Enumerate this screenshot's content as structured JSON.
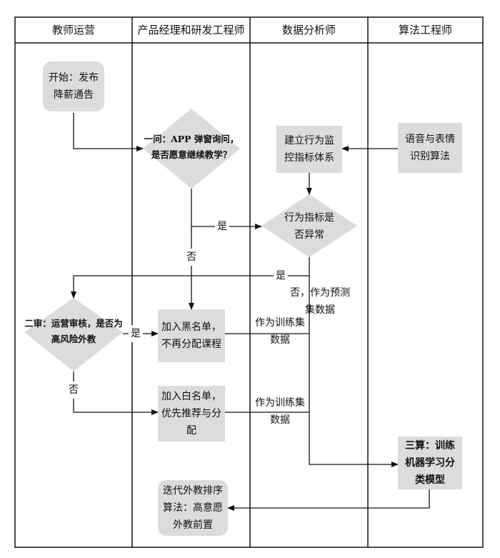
{
  "lanes": [
    "教师运营",
    "产品经理和研发工程师",
    "数据分析师",
    "算法工程师"
  ],
  "nodes": {
    "start": "开始：发布降薪通告",
    "ask": "一问：APP 弹窗询问，是否愿意继续教学？",
    "monitor": "建立行为监控指标体系",
    "voice": "语音与表情识别算法",
    "anomaly": "行为指标是否异常",
    "review": "二审：运营审核，是否为高风险外教",
    "blacklist": "加入黑名单，不再分配课程",
    "whitelist": "加入白名单，优先推荐与分配",
    "train": "三算：训练机器学习分类模型",
    "iterate": "迭代外教排序算法：高意愿外教前置"
  },
  "edge_labels": {
    "ask_yes": "是",
    "ask_no": "否",
    "anomaly_yes": "是",
    "anomaly_no": "否，作为预测集数据",
    "review_yes": "是",
    "review_no": "否",
    "train_data_1": "作为训练集数据",
    "train_data_2": "作为训练集数据"
  }
}
